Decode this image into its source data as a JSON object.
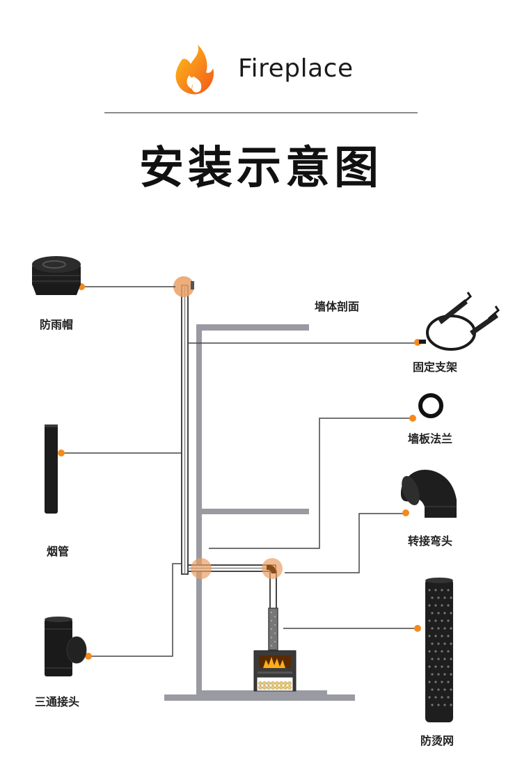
{
  "header": {
    "brand_name": "Fireplace",
    "brand_icon": "flame-icon",
    "title": "安装示意图"
  },
  "diagram": {
    "wall_label": "墙体剖面",
    "parts": [
      {
        "id": "rain-cap",
        "label": "防雨帽",
        "icon": "rain-cap-icon"
      },
      {
        "id": "fixing-bracket",
        "label": "固定支架",
        "icon": "bracket-icon"
      },
      {
        "id": "wall-flange",
        "label": "墙板法兰",
        "icon": "flange-ring-icon"
      },
      {
        "id": "chimney-pipe",
        "label": "烟管",
        "icon": "pipe-icon"
      },
      {
        "id": "elbow-adapter",
        "label": "转接弯头",
        "icon": "elbow-icon"
      },
      {
        "id": "tee-joint",
        "label": "三通接头",
        "icon": "tee-icon"
      },
      {
        "id": "heat-guard",
        "label": "防烫网",
        "icon": "perforated-guard-icon"
      }
    ],
    "colors": {
      "accent_dot": "#f28a1e",
      "highlight_circle": "#e9a066",
      "wall": "#9a9aa2",
      "pipe": "#555555",
      "leader": "#444444"
    }
  }
}
